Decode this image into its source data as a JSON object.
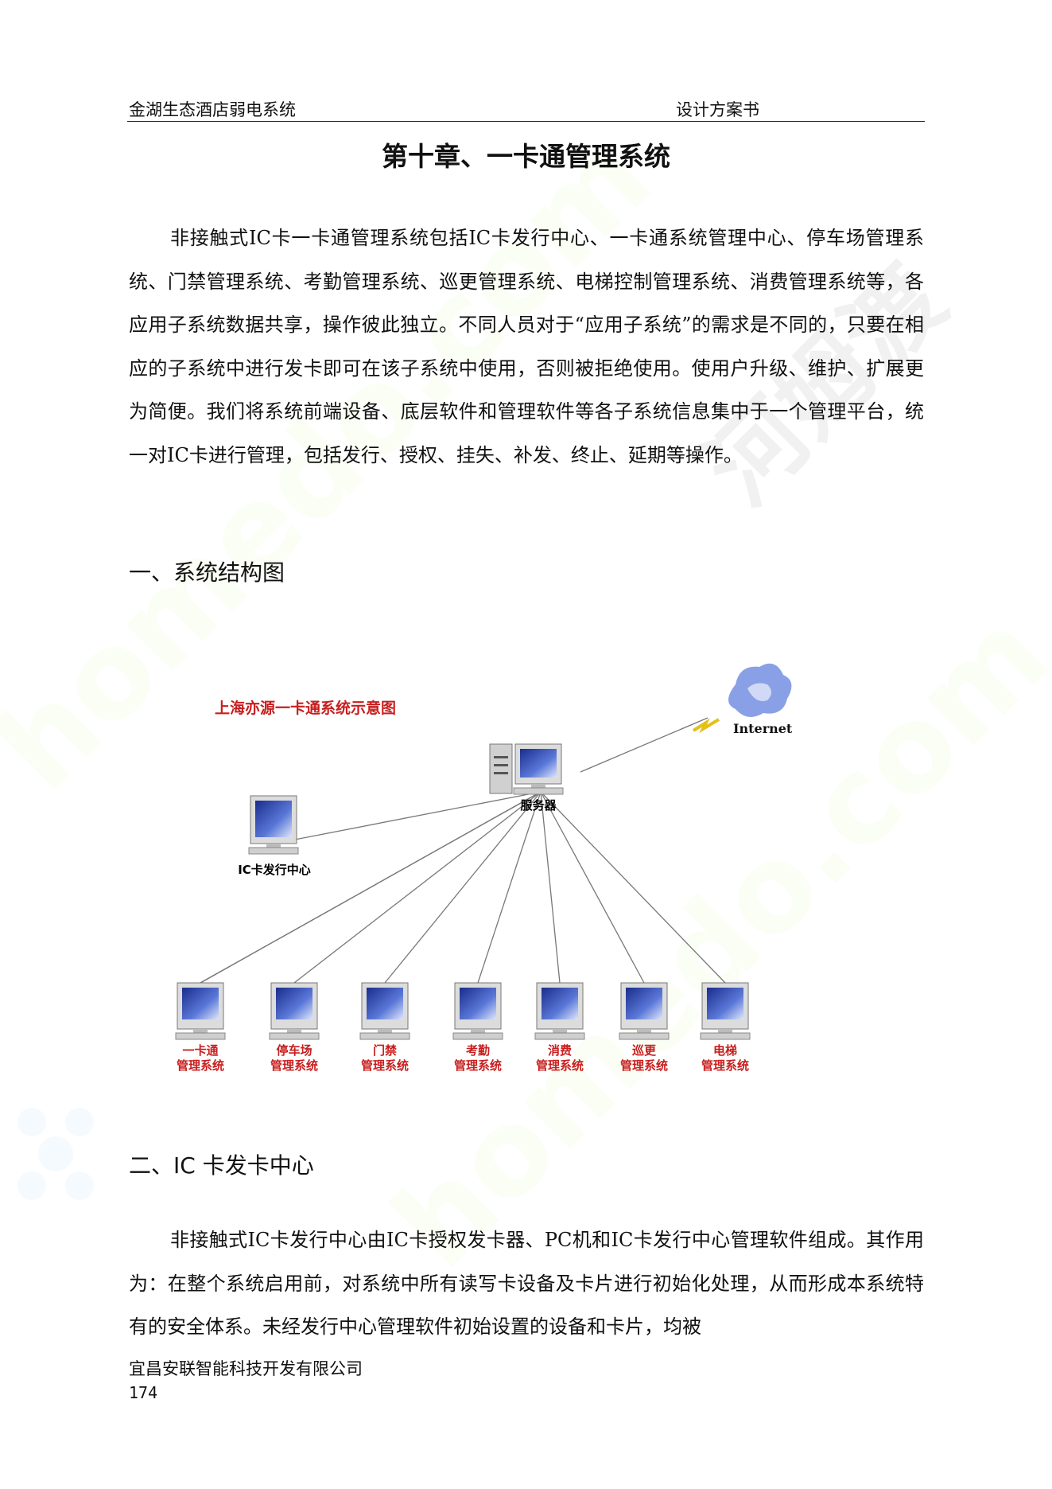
{
  "header": {
    "left": "金湖生态酒店弱电系统",
    "right": "设计方案书"
  },
  "chapter_title": "第十章、一卡通管理系统",
  "paragraph1": "非接触式IC卡一卡通管理系统包括IC卡发行中心、一卡通系统管理中心、停车场管理系统、门禁管理系统、考勤管理系统、巡更管理系统、电梯控制管理系统、消费管理系统等，各应用子系统数据共享，操作彼此独立。不同人员对于“应用子系统”的需求是不同的，只要在相应的子系统中进行发卡即可在该子系统中使用，否则被拒绝使用。使用户升级、维护、扩展更为简便。我们将系统前端设备、底层软件和管理软件等各子系统信息集中于一个管理平台，统一对IC卡进行管理，包括发行、授权、挂失、补发、终止、延期等操作。",
  "section1": "一、系统结构图",
  "diagram": {
    "title": "上海亦源一卡通系统示意图",
    "internet_label": "Internet",
    "server_label": "服务器",
    "issue_center_label": "IC卡发行中心",
    "terminals": [
      {
        "line1": "一卡通",
        "line2": "管理系统"
      },
      {
        "line1": "停车场",
        "line2": "管理系统"
      },
      {
        "line1": "门禁",
        "line2": "管理系统"
      },
      {
        "line1": "考勤",
        "line2": "管理系统"
      },
      {
        "line1": "消费",
        "line2": "管理系统"
      },
      {
        "line1": "巡更",
        "line2": "管理系统"
      },
      {
        "line1": "电梯",
        "line2": "管理系统"
      }
    ]
  },
  "section2": "二、IC 卡发卡中心",
  "paragraph2": "非接触式IC卡发行中心由IC卡授权发卡器、PC机和IC卡发行中心管理软件组成。其作用为：在整个系统启用前，对系统中所有读写卡设备及卡片进行初始化处理，从而形成本系统特有的安全体系。未经发行中心管理软件初始设置的设备和卡片，均被",
  "footer": {
    "company": "宜昌安联智能科技开发有限公司",
    "page": "174"
  }
}
